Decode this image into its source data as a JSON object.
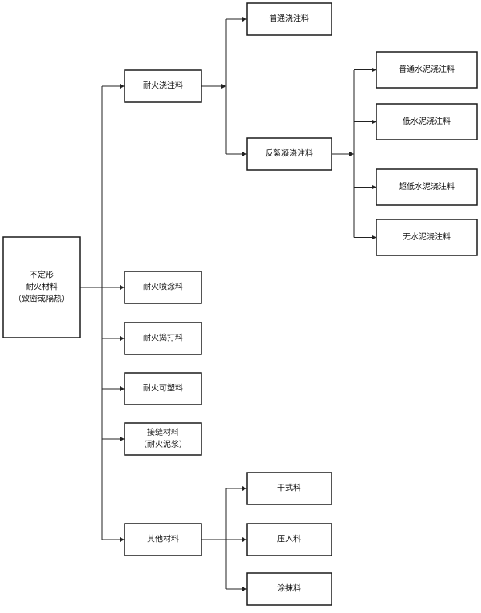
{
  "root": {
    "lines": [
      "不定形",
      "耐火材料",
      "（致密或隔热）"
    ]
  },
  "level1": [
    {
      "id": "n1",
      "lines": [
        "耐火浇注料"
      ]
    },
    {
      "id": "n2",
      "lines": [
        "耐火喷涂料"
      ]
    },
    {
      "id": "n3",
      "lines": [
        "耐火捣打料"
      ]
    },
    {
      "id": "n4",
      "lines": [
        "耐火可塑料"
      ]
    },
    {
      "id": "n5",
      "lines": [
        "接缝材料",
        "（耐火泥浆）"
      ]
    },
    {
      "id": "n6",
      "lines": [
        "其他材料"
      ]
    }
  ],
  "castables": [
    {
      "id": "c1",
      "lines": [
        "普通浇注料"
      ]
    },
    {
      "id": "c2",
      "lines": [
        "反絮凝浇注料"
      ]
    }
  ],
  "deflocculated": [
    {
      "id": "d1",
      "lines": [
        "普通水泥浇注料"
      ]
    },
    {
      "id": "d2",
      "lines": [
        "低水泥浇注料"
      ]
    },
    {
      "id": "d3",
      "lines": [
        "超低水泥浇注料"
      ]
    },
    {
      "id": "d4",
      "lines": [
        "无水泥浇注料"
      ]
    }
  ],
  "others": [
    {
      "id": "o1",
      "lines": [
        "干式料"
      ]
    },
    {
      "id": "o2",
      "lines": [
        "压入料"
      ]
    },
    {
      "id": "o3",
      "lines": [
        "涂抹料"
      ]
    }
  ]
}
